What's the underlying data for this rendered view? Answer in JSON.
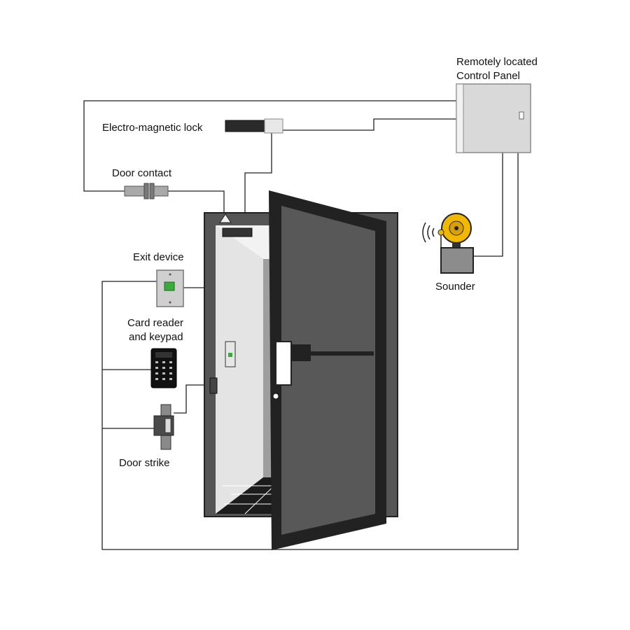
{
  "labels": {
    "control_panel_line1": "Remotely located",
    "control_panel_line2": "Control Panel",
    "em_lock": "Electro-magnetic lock",
    "door_contact": "Door contact",
    "exit_device": "Exit device",
    "card_reader_line1": "Card reader",
    "card_reader_line2": "and keypad",
    "door_strike": "Door strike",
    "sounder": "Sounder"
  },
  "components": [
    {
      "id": "control-panel",
      "name": "Remotely located Control Panel"
    },
    {
      "id": "electro-magnetic-lock",
      "name": "Electro-magnetic lock"
    },
    {
      "id": "door-contact",
      "name": "Door contact"
    },
    {
      "id": "exit-device",
      "name": "Exit device"
    },
    {
      "id": "card-reader-keypad",
      "name": "Card reader and keypad"
    },
    {
      "id": "door-strike",
      "name": "Door strike"
    },
    {
      "id": "sounder",
      "name": "Sounder"
    }
  ],
  "colors": {
    "door_frame": "#2b2b2b",
    "panel_fill": "#d9d9d9",
    "bell": "#f0b800",
    "wire": "#222222"
  }
}
